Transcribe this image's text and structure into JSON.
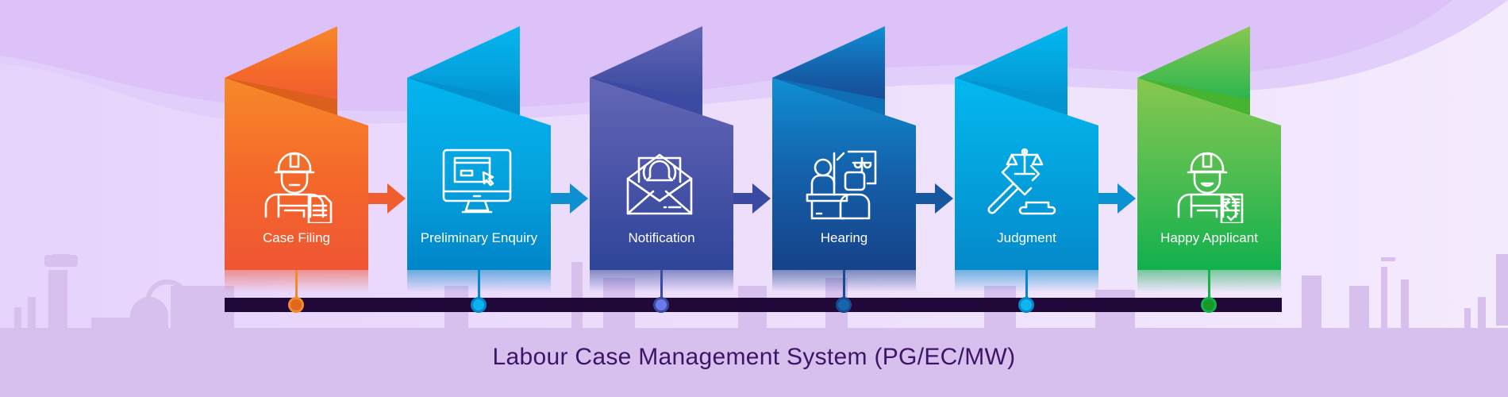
{
  "title": "Labour Case Management System (PG/EC/MW)",
  "colors": {
    "background_top": "#dcc4f8",
    "background_light": "#f2e8fd",
    "skyline": "#d7c0ee",
    "timeline": "#200838",
    "title": "#3d1466"
  },
  "steps": [
    {
      "label": "Case Filing",
      "icon": "worker-document-icon",
      "color_top": "#f7892a",
      "color_mid": "#f4692b",
      "color_bottom": "#ef5533",
      "fold": "#dd5f1c",
      "node_ring": "#f38a2b",
      "node_fill": "#e0671e",
      "arrow": "#f05d2e"
    },
    {
      "label": "Preliminary Enquiry",
      "icon": "computer-screen-cursor-icon",
      "color_top": "#03b5ef",
      "color_mid": "#05a3df",
      "color_bottom": "#0085c9",
      "fold": "#0391cf",
      "node_ring": "#0488cc",
      "node_fill": "#0bb3ec",
      "arrow": "#0d8fd0"
    },
    {
      "label": "Notification",
      "icon": "envelope-bell-icon",
      "color_top": "#6467b6",
      "color_mid": "#4a54a8",
      "color_bottom": "#2e4598",
      "fold": "#3c4aa4",
      "node_ring": "#3b4aa3",
      "node_fill": "#6d79e6",
      "arrow": "#3a4aa2"
    },
    {
      "label": "Hearing",
      "icon": "courtroom-hearing-icon",
      "color_top": "#0f8fd3",
      "color_mid": "#1560aa",
      "color_bottom": "#16428a",
      "fold": "#0e6fb7",
      "node_ring": "#1a4891",
      "node_fill": "#1465ac",
      "arrow": "#17579f"
    },
    {
      "label": "Judgment",
      "icon": "gavel-scales-icon",
      "color_top": "#04b8f0",
      "color_mid": "#03a2dd",
      "color_bottom": "#0489cb",
      "fold": "#0394d2",
      "node_ring": "#0488cc",
      "node_fill": "#0fb6ec",
      "arrow": "#0a92d2"
    },
    {
      "label": "Happy Applicant",
      "icon": "happy-worker-receipt-icon",
      "color_top": "#88c84f",
      "color_mid": "#4fbd50",
      "color_bottom": "#12b04e",
      "fold": "#46b331",
      "node_ring": "#14b34b",
      "node_fill": "#159927",
      "arrow": ""
    }
  ]
}
